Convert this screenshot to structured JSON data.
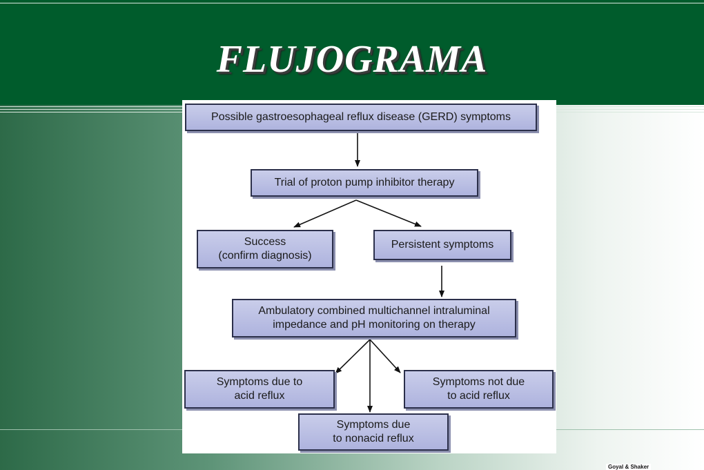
{
  "slide": {
    "title": "FLUJOGRAMA",
    "credit": "Goyal & Shaker"
  },
  "flowchart": {
    "nodes": {
      "gerd_symptoms": "Possible gastroesophageal reflux disease (GERD) symptoms",
      "ppi_trial": "Trial of proton pump inhibitor therapy",
      "success": "Success\n(confirm diagnosis)",
      "persistent": "Persistent symptoms",
      "ambulatory": "Ambulatory combined multichannel intraluminal\nimpedance and pH monitoring on therapy",
      "acid_reflux": "Symptoms due to\nacid reflux",
      "not_acid": "Symptoms not due\nto acid reflux",
      "nonacid_reflux": "Symptoms due\nto nonacid reflux"
    },
    "edges": [
      [
        "gerd_symptoms",
        "ppi_trial"
      ],
      [
        "ppi_trial",
        "success"
      ],
      [
        "ppi_trial",
        "persistent"
      ],
      [
        "persistent",
        "ambulatory"
      ],
      [
        "ambulatory",
        "acid_reflux"
      ],
      [
        "ambulatory",
        "nonacid_reflux"
      ],
      [
        "ambulatory",
        "not_acid"
      ]
    ]
  }
}
